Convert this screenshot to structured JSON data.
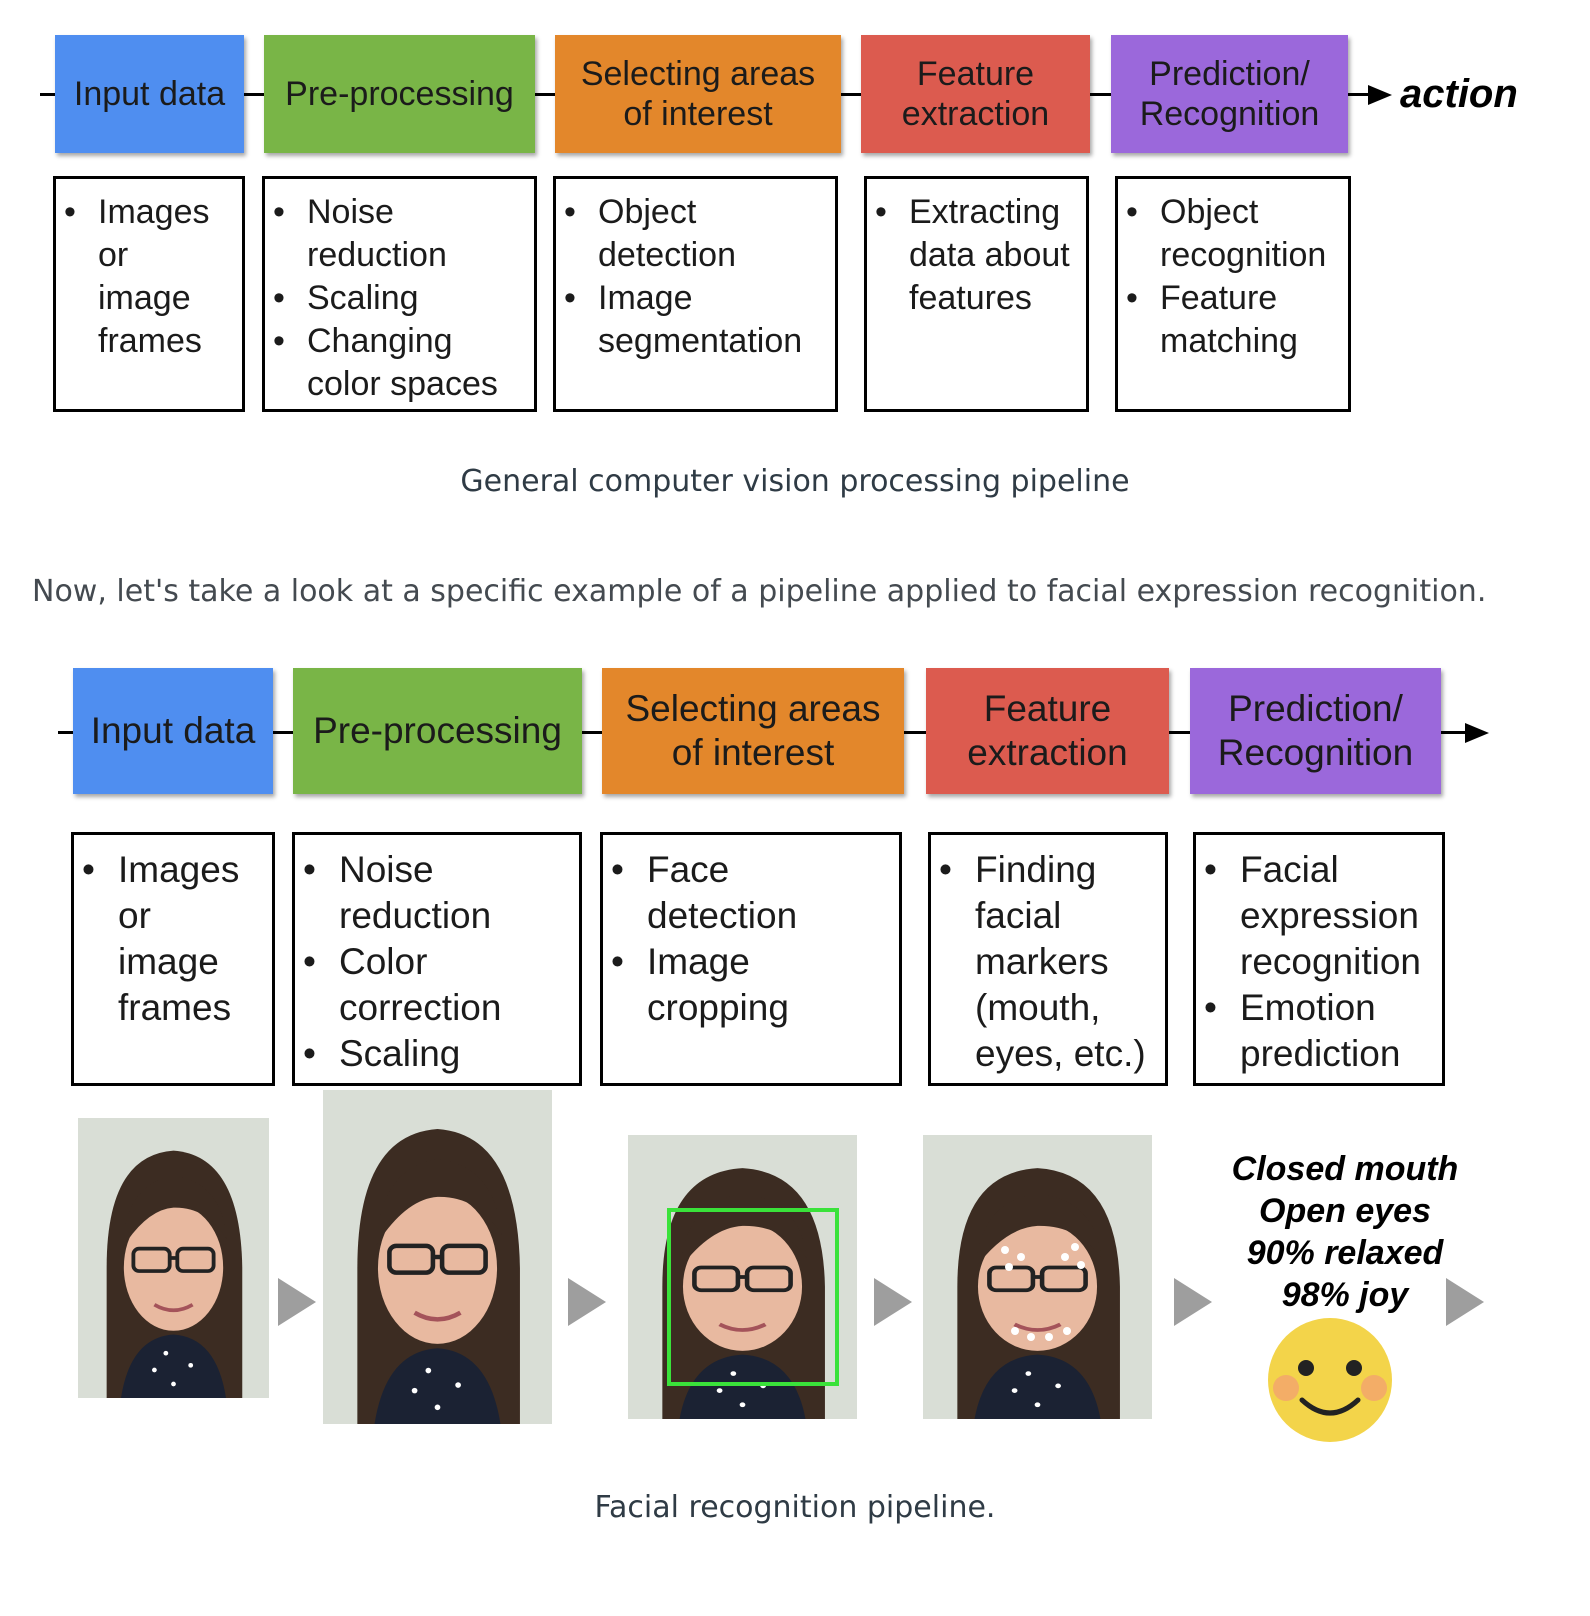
{
  "general": {
    "stages": [
      {
        "label": "Input data",
        "color": "#4f8ef0",
        "bullets": [
          "Images\nor\nimage\nframes"
        ]
      },
      {
        "label": "Pre-processing",
        "color": "#79b547",
        "bullets": [
          "Noise\nreduction",
          "Scaling",
          "Changing\ncolor spaces"
        ]
      },
      {
        "label": "Selecting areas\nof interest",
        "color": "#e3872b",
        "bullets": [
          "Object\ndetection",
          "Image\nsegmentation"
        ]
      },
      {
        "label": "Feature\nextraction",
        "color": "#dc5b4f",
        "bullets": [
          "Extracting\ndata about\nfeatures"
        ]
      },
      {
        "label": "Prediction/\nRecognition",
        "color": "#9b68db",
        "bullets": [
          "Object\nrecognition",
          "Feature\nmatching"
        ]
      }
    ],
    "end_label": "action",
    "caption": "General computer vision processing pipeline"
  },
  "paragraph": "Now, let's take a look at a specific example of a pipeline applied to facial expression recognition.",
  "facial": {
    "stages": [
      {
        "label": "Input data",
        "color": "#4f8ef0",
        "bullets": [
          "Images\nor\nimage\nframes"
        ]
      },
      {
        "label": "Pre-processing",
        "color": "#79b547",
        "bullets": [
          "Noise\nreduction",
          "Color\ncorrection",
          "Scaling"
        ]
      },
      {
        "label": "Selecting areas\nof interest",
        "color": "#e3872b",
        "bullets": [
          "Face\ndetection",
          "Image\ncropping"
        ]
      },
      {
        "label": "Feature\nextraction",
        "color": "#dc5b4f",
        "bullets": [
          "Finding\nfacial\nmarkers\n(mouth,\neyes, etc.)"
        ]
      },
      {
        "label": "Prediction/\nRecognition",
        "color": "#9b68db",
        "bullets": [
          "Facial\nexpression\nrecognition",
          "Emotion\nprediction"
        ]
      }
    ],
    "result_lines": [
      "Closed mouth",
      "Open eyes",
      "90% relaxed",
      "98% joy"
    ],
    "caption": "Facial recognition pipeline."
  }
}
